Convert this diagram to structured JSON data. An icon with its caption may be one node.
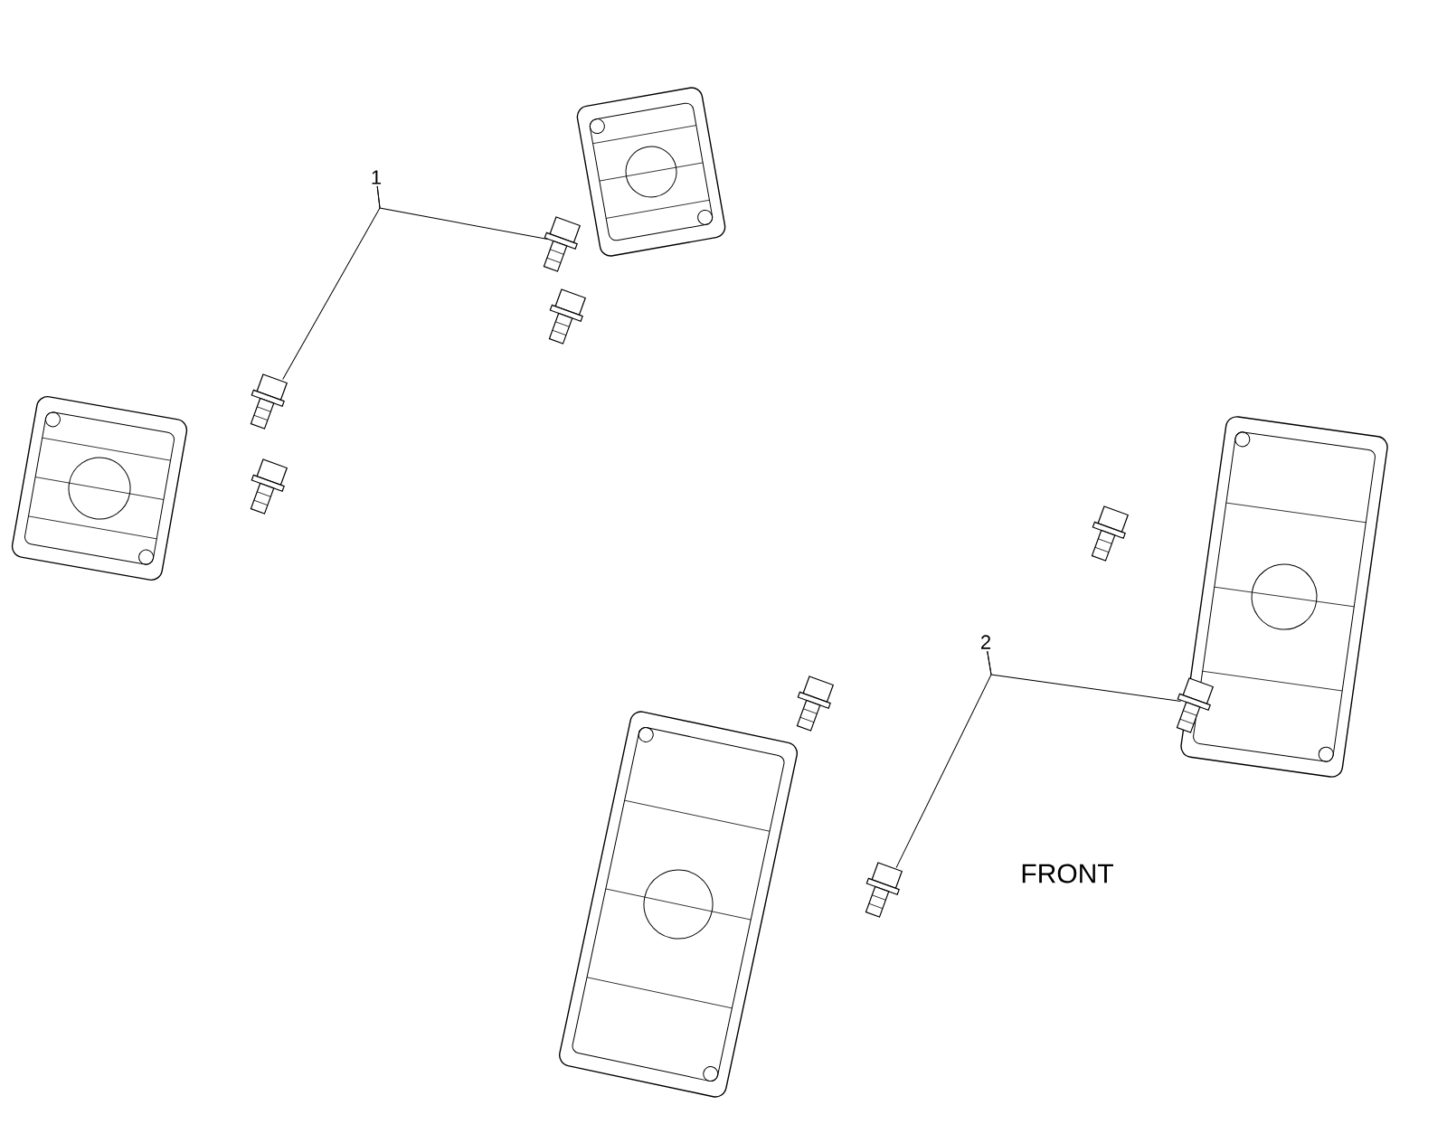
{
  "diagram": {
    "nodes": [
      {
        "text": [
          "1"
        ]
      },
      {
        "text": [],
        "shape": "picture"
      },
      {
        "text": [],
        "shape": "picture"
      },
      {
        "text": [
          "2"
        ]
      },
      {
        "text": [],
        "shape": "picture"
      },
      {
        "text": [],
        "shape": "picture"
      }
    ],
    "edges": [
      {
        "from": 0,
        "to": 1,
        "arrow": "none"
      },
      {
        "from": 0,
        "to": 2,
        "arrow": "none"
      },
      {
        "from": 3,
        "to": 4,
        "arrow": "none"
      },
      {
        "from": 3,
        "to": 5,
        "arrow": "none"
      }
    ],
    "labels": [
      "FRONT"
    ]
  }
}
